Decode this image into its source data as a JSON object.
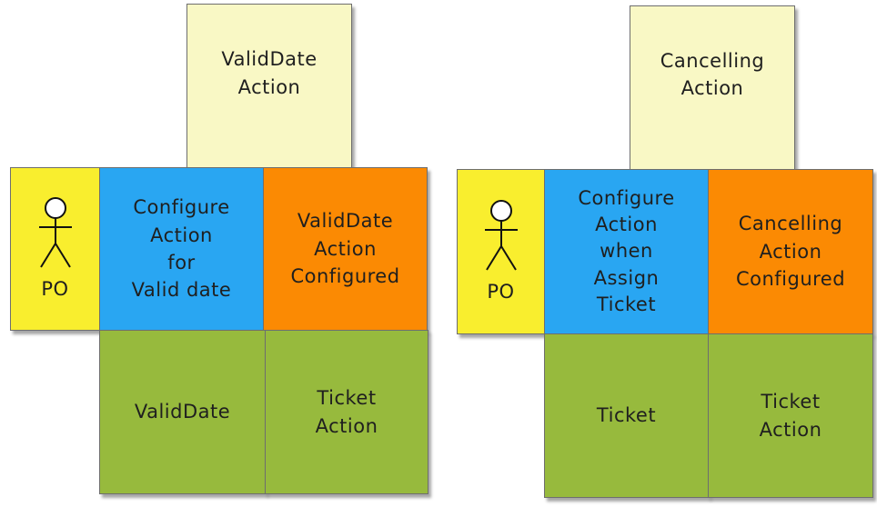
{
  "left_group": {
    "top_note": "ValidDate\nAction",
    "actor_label": "PO",
    "command": "Configure\nAction\nfor\nValid date",
    "event": "ValidDate\nAction\nConfigured",
    "aggregate": "ValidDate",
    "policy": "Ticket\nAction"
  },
  "right_group": {
    "top_note": "Cancelling\nAction",
    "actor_label": "PO",
    "command": "Configure\nAction\nwhen\nAssign\nTicket",
    "event": "Cancelling\nAction\nConfigured",
    "aggregate": "Ticket",
    "policy": "Ticket\nAction"
  },
  "colors": {
    "pale_yellow": "#f9f8c5",
    "actor_yellow": "#f9ee2e",
    "command_blue": "#29a6f2",
    "event_orange": "#fb8a03",
    "aggregate_green": "#97ba3d"
  }
}
